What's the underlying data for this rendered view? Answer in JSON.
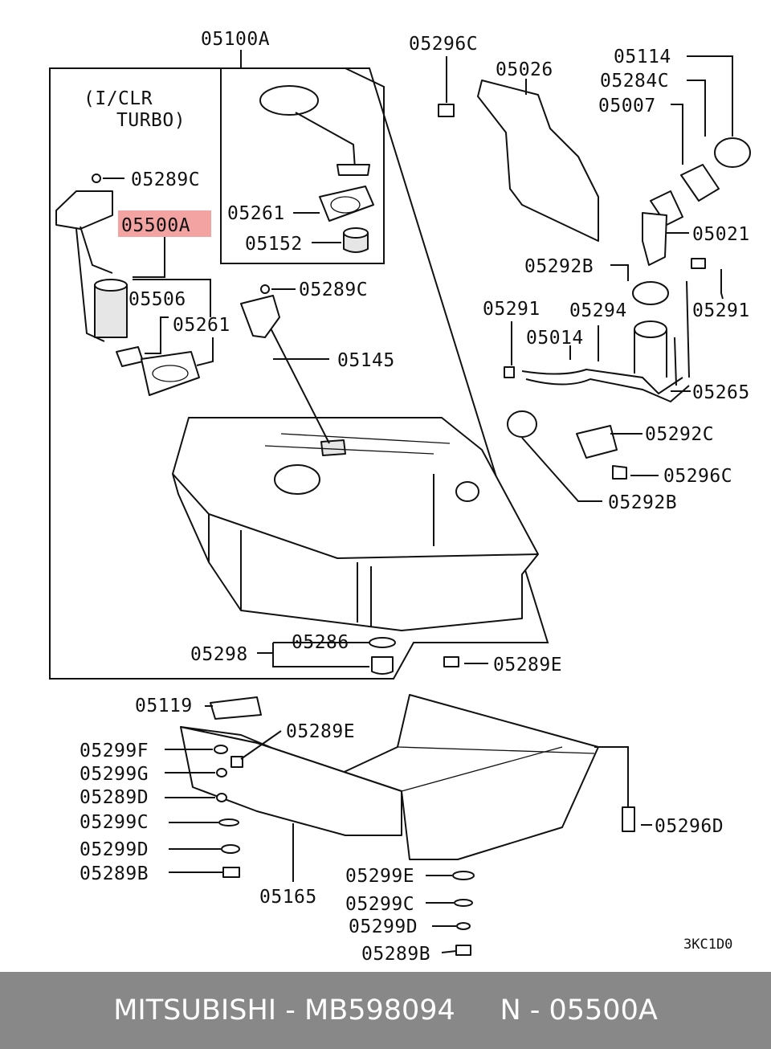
{
  "diagram": {
    "group_note": [
      "(I/CLR",
      "TURBO)"
    ],
    "highlight_color": "#f4a3a3",
    "labels": {
      "05100A": "05100A",
      "05296C": "05296C",
      "05026": "05026",
      "05114": "05114",
      "05284C": "05284C",
      "05007": "05007",
      "05289C": "05289C",
      "05500A": "05500A",
      "05506": "05506",
      "05261": "05261",
      "05152": "05152",
      "05145": "05145",
      "05021": "05021",
      "05292B": "05292B",
      "05291": "05291",
      "05294": "05294",
      "05014": "05014",
      "05265": "05265",
      "05292C": "05292C",
      "05298": "05298",
      "05286": "05286",
      "05289E": "05289E",
      "05119": "05119",
      "05299F": "05299F",
      "05299G": "05299G",
      "05289D": "05289D",
      "05299C": "05299C",
      "05299D": "05299D",
      "05289B": "05289B",
      "05165": "05165",
      "05299E": "05299E",
      "05296D": "05296D"
    },
    "diagram_code": "3KC1D0"
  },
  "footer": {
    "text": "MITSUBISHI - MB598094     N - 05500A",
    "background": "#888888"
  }
}
